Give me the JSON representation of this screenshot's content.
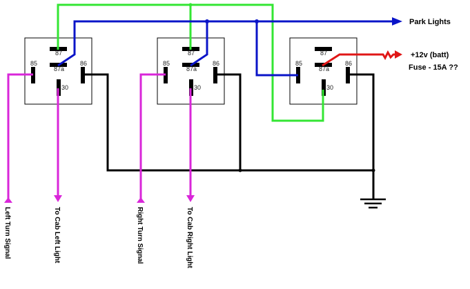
{
  "diagram": {
    "labels": {
      "park_lights": "Park Lights",
      "power": "+12v (batt)",
      "fuse": "Fuse - 15A ??",
      "left_turn": "Left Turn Signal",
      "cab_left": "To Cab Left Light",
      "right_turn": "Right Turn Signal",
      "cab_right": "To Cab Right Light"
    },
    "relays": [
      {
        "pins": {
          "p87": "87",
          "p87a": "87a",
          "p85": "85",
          "p86": "86",
          "p30": "30"
        }
      },
      {
        "pins": {
          "p87": "87",
          "p87a": "87a",
          "p85": "85",
          "p86": "86",
          "p30": "30"
        }
      },
      {
        "pins": {
          "p87": "87",
          "p87a": "87a",
          "p85": "85",
          "p86": "86",
          "p30": "30"
        }
      }
    ],
    "colors": {
      "green": "#33e633",
      "blue": "#0a14c8",
      "red": "#e01616",
      "magenta": "#d926d9",
      "black": "#000000"
    }
  }
}
